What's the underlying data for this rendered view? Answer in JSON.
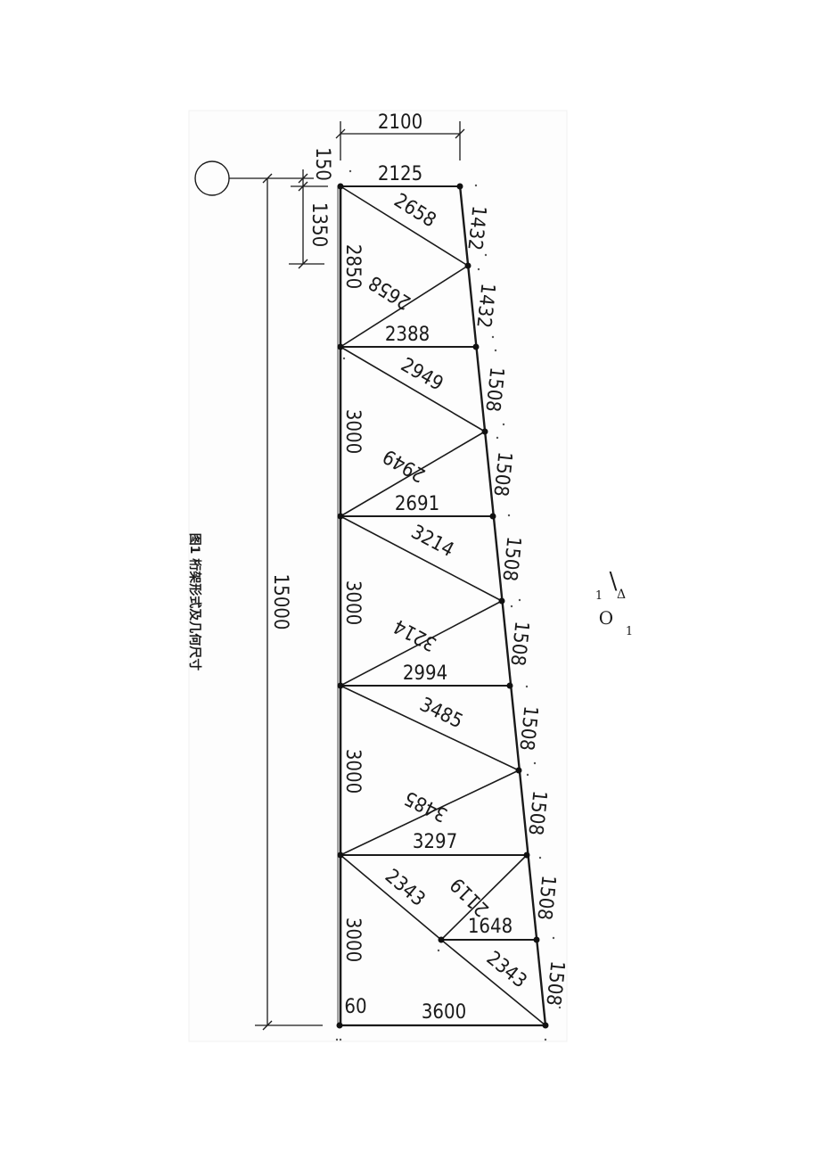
{
  "caption": "图1 桁架形式及几何尺寸",
  "dimensions": {
    "top_width": "2100",
    "top_chord": "2125",
    "top_offset": "150",
    "first_panel_height": "1350",
    "total_height": "15000",
    "left_segments": [
      "2850",
      "3000",
      "3000",
      "3000",
      "3000"
    ],
    "right_segments": [
      "1432",
      "1432",
      "1508",
      "1508",
      "1508",
      "1508",
      "1508",
      "1508",
      "1508",
      "1508"
    ],
    "horizontals": [
      "2388",
      "2691",
      "2994",
      "3297",
      "1648"
    ],
    "bottom_width": "3600",
    "bottom_offset": "60",
    "diagonals": [
      "2658",
      "2658",
      "2949",
      "2949",
      "3214",
      "3214",
      "3485",
      "3485",
      "2343",
      "2119",
      "2343"
    ]
  },
  "side_mark": {
    "slash": "\\",
    "triangle": "Δ",
    "one_a": "1",
    "one_b": "1",
    "zero": "O"
  }
}
